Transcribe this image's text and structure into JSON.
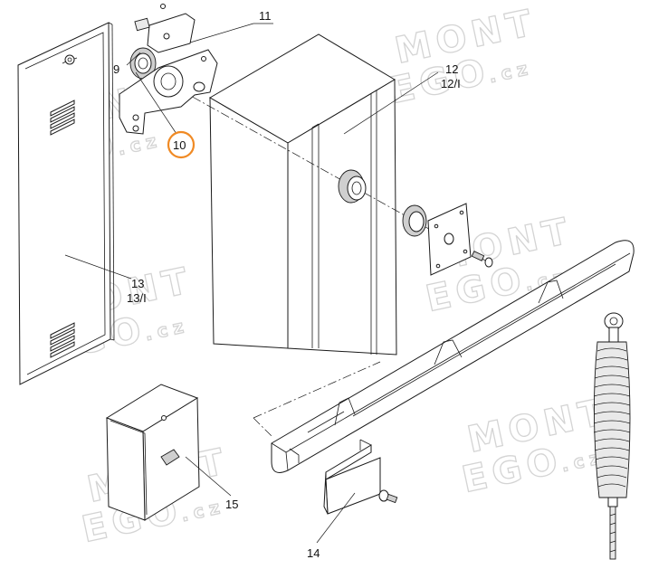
{
  "watermark": {
    "line1": "MONT",
    "line2": "EGO",
    "suffix": ".cz"
  },
  "callouts": {
    "c9": "9",
    "c10": "10",
    "c11": "11",
    "c12a": "12",
    "c12b": "12/I",
    "c13a": "13",
    "c13b": "13/I",
    "c14": "14",
    "c15": "15"
  },
  "highlight_color": "#f08a24"
}
